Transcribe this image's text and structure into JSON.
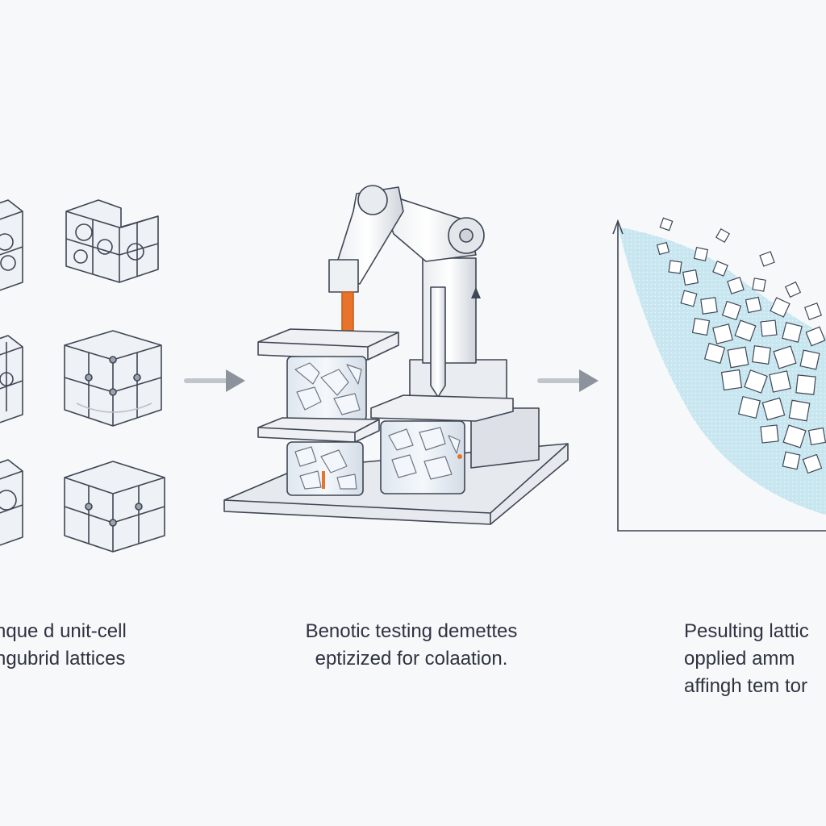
{
  "captions": {
    "left": [
      "nque d unit-cell",
      "hgubrid lattices"
    ],
    "middle": [
      "Benotic testing demettes",
      "eptizized for colaation."
    ],
    "right": [
      "Pesulting lattic",
      "opplied amm",
      "affingh tem tor"
    ]
  },
  "corner_mark": "",
  "colors": {
    "background": "#f7f8fa",
    "line": "#3f4654",
    "accent_orange": "#e8742c",
    "accent_blue": "#bfe3ee",
    "arrow": "#8d939c"
  },
  "icons": {
    "step_arrow": "right-arrow-icon",
    "lattice": "lattice-cube-icon",
    "robot": "robotic-arm-icon"
  }
}
